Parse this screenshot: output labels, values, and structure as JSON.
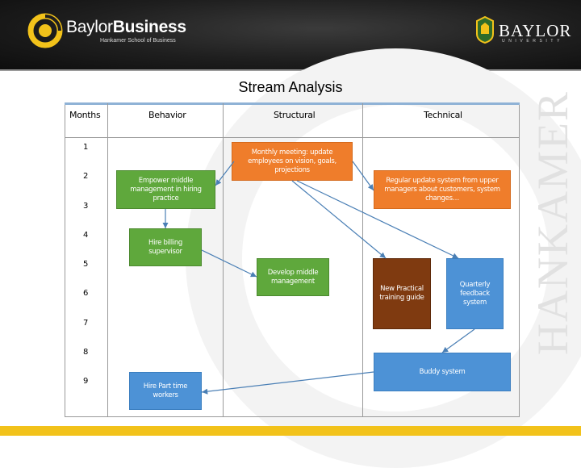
{
  "header": {
    "brand_part1": "Baylor",
    "brand_part2": "Business",
    "brand_sub": "Hankamer School of Business",
    "university": "BAYLOR",
    "university_sub": "UNIVERSITY"
  },
  "watermark": "HANKAMER",
  "title": "Stream Analysis",
  "table": {
    "headers": [
      "Months",
      "Behavior",
      "Structural",
      "Technical"
    ],
    "months": [
      "1",
      "2",
      "3",
      "4",
      "5",
      "6",
      "7",
      "8",
      "9"
    ]
  },
  "boxes": {
    "monthly_meeting": "Monthly meeting: update employees on vision, goals, projections",
    "empower": "Empower middle management in hiring practice",
    "regular_update": "Regular update system from upper managers about customers, system changes…",
    "hire_billing": "Hire billing supervisor",
    "develop_middle": "Develop middle management",
    "new_training": "New Practical training guide",
    "quarterly": "Quarterly feedback system",
    "buddy": "Buddy system",
    "hire_part_time": "Hire Part time workers"
  },
  "colors": {
    "behavior_green": "#5fa83c",
    "structural_orange": "#ef7d2b",
    "technical_blue": "#4d92d6",
    "training_brown": "#7f3a10",
    "accent_gold": "#f2c21a"
  }
}
